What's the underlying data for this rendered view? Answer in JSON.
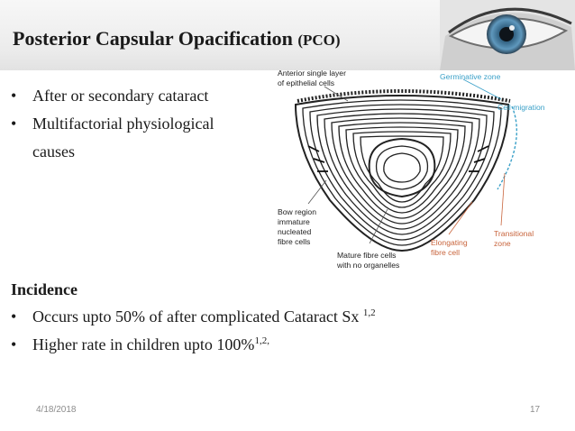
{
  "slide": {
    "title_main": "Posterior Capsular Opacification",
    "title_abbr": "(PCO)",
    "bullets_top": [
      "After or secondary cataract",
      "Multifactorial physiological"
    ],
    "bullets_top_cont": "causes",
    "incidence_heading": "Incidence",
    "incidence_1_text": "Occurs upto 50% of after complicated Cataract  Sx ",
    "incidence_1_sup": "1,2",
    "incidence_2_text": "Higher rate in children upto 100%",
    "incidence_2_sup": "1,2,"
  },
  "diagram": {
    "label_anterior_1": "Anterior single layer",
    "label_anterior_2": "of epithelial cells",
    "label_germinative": "Germinative zone",
    "label_migration": "Cell migration",
    "label_bow_1": "Bow region",
    "label_bow_2": "immature",
    "label_bow_3": "nucleated",
    "label_bow_4": "fibre cells",
    "label_mature_1": "Mature fibre cells",
    "label_mature_2": "with no organelles",
    "label_elongating_1": "Elongating",
    "label_elongating_2": "fibre cell",
    "label_transitional_1": "Transitional",
    "label_transitional_2": "zone",
    "colors": {
      "accent_label": "#3aa0c8",
      "warm_label": "#c8643c",
      "iris": "#4a82a6"
    }
  },
  "footer": {
    "date": "4/18/2018",
    "page": "17"
  }
}
